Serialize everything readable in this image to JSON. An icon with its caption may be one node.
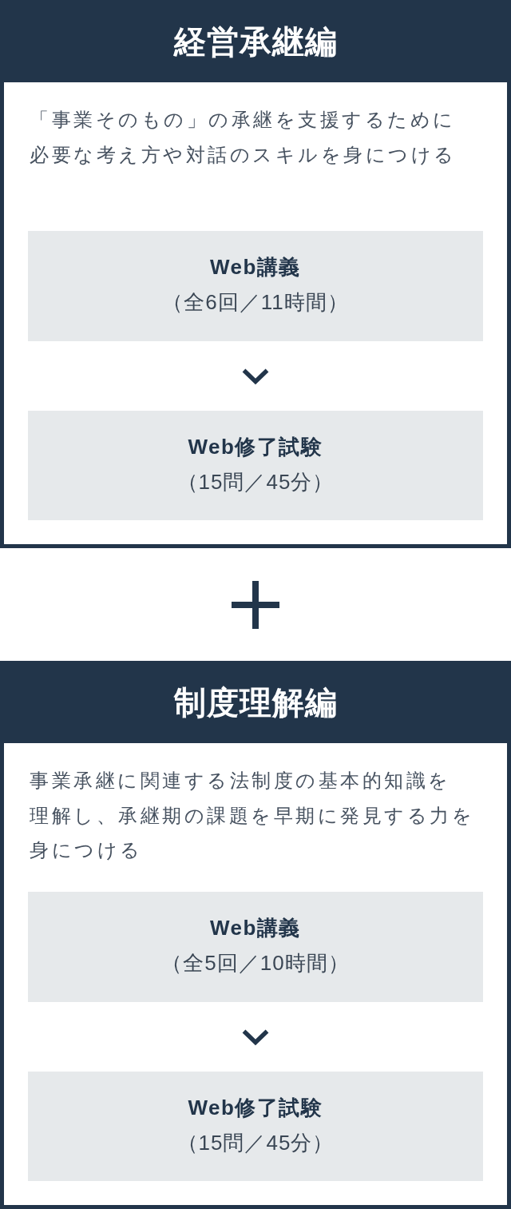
{
  "diagram": {
    "nodes": [
      {
        "text": [
          "経営承継編",
          "「事業そのもの」の承継を支援するために必要な考え方や対話のスキルを身につける"
        ]
      },
      {
        "text": [
          "Web講義",
          "（全6回／11時間）"
        ],
        "in": 0
      },
      {
        "text": [
          "Web修了試験",
          "（15問／45分）"
        ],
        "in": 0
      },
      {
        "text": [
          "制度理解編",
          "事業承継に関連する法制度の基本的知識を理解し、承継期の課題を早期に発見する力を身につける"
        ]
      },
      {
        "text": [
          "Web講義",
          "（全5回／10時間）"
        ],
        "in": 3
      },
      {
        "text": [
          "Web修了試験",
          "（15問／45分）"
        ],
        "in": 3
      }
    ],
    "edges": [
      {
        "from": 1,
        "to": 2,
        "arrow": "to"
      },
      {
        "from": 4,
        "to": 5,
        "arrow": "to"
      }
    ]
  }
}
